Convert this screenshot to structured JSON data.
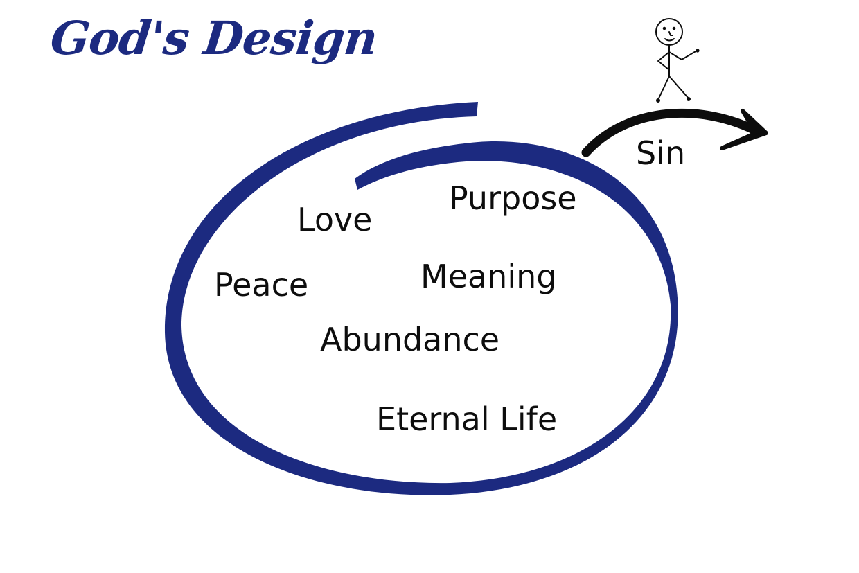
{
  "title": "God's Design",
  "colors": {
    "navy": "#1c2a80",
    "ink": "#0d0d0d",
    "background": "#ffffff"
  },
  "icons": {
    "figure": "stick-figure-icon",
    "arrow": "curved-arrow-icon"
  },
  "labels": {
    "sin": "Sin",
    "love": "Love",
    "purpose": "Purpose",
    "peace": "Peace",
    "meaning": "Meaning",
    "abundance": "Abundance",
    "eternal_life": "Eternal Life"
  }
}
